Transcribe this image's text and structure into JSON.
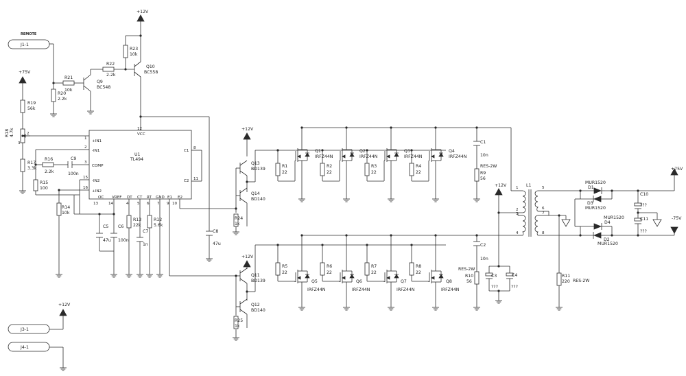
{
  "connectors": {
    "remote_label": "REMOTE",
    "j1": "J1-1",
    "j3": "J3-1",
    "j4": "J4-1"
  },
  "power": {
    "p12v": "+12V",
    "p75v": "+75V",
    "m75v": "-75V"
  },
  "ic": {
    "ref": "U1",
    "value": "TL494",
    "pins_left": [
      {
        "num": "1",
        "name": "+IN1"
      },
      {
        "num": "2",
        "name": "-IN1"
      },
      {
        "num": "3",
        "name": "COMP"
      },
      {
        "num": "15",
        "name": "-IN2"
      },
      {
        "num": "16",
        "name": "+IN2"
      }
    ],
    "pins_right": [
      {
        "num": "8",
        "name": "C1"
      },
      {
        "num": "11",
        "name": "C2"
      }
    ],
    "pin_top": {
      "num": "12",
      "name": "VCC"
    },
    "pins_bottom": [
      {
        "num": "13",
        "name": "OC"
      },
      {
        "num": "14",
        "name": "VREF"
      },
      {
        "num": "4",
        "name": "DT"
      },
      {
        "num": "5",
        "name": "CT"
      },
      {
        "num": "6",
        "name": "RT"
      },
      {
        "num": "7",
        "name": "GND"
      },
      {
        "num": "9",
        "name": "E1"
      },
      {
        "num": "10",
        "name": "E2"
      }
    ]
  },
  "resistors": [
    {
      "ref": "R19",
      "value": "56k"
    },
    {
      "ref": "R18",
      "value": "4.7k"
    },
    {
      "ref": "R17",
      "value": "3.3k"
    },
    {
      "ref": "R15",
      "value": "100"
    },
    {
      "ref": "R14",
      "value": "10k"
    },
    {
      "ref": "R16",
      "value": "2.2k"
    },
    {
      "ref": "R20",
      "value": "2.2k"
    },
    {
      "ref": "R21",
      "value": "10k"
    },
    {
      "ref": "R22",
      "value": "2.2k"
    },
    {
      "ref": "R23",
      "value": "10k"
    },
    {
      "ref": "R13",
      "value": "22k"
    },
    {
      "ref": "R12",
      "value": "5.6k"
    },
    {
      "ref": "R24",
      "value": "1k"
    },
    {
      "ref": "R25",
      "value": "1k"
    },
    {
      "ref": "R1",
      "value": "22"
    },
    {
      "ref": "R2",
      "value": "22"
    },
    {
      "ref": "R3",
      "value": "22"
    },
    {
      "ref": "R4",
      "value": "22"
    },
    {
      "ref": "R5",
      "value": "22"
    },
    {
      "ref": "R6",
      "value": "22"
    },
    {
      "ref": "R7",
      "value": "22"
    },
    {
      "ref": "R8",
      "value": "22"
    },
    {
      "ref": "R9",
      "value": "56"
    },
    {
      "ref": "R10",
      "value": "56"
    },
    {
      "ref": "R11",
      "value": "220"
    }
  ],
  "res_type": "RES-2W",
  "capacitors": [
    {
      "ref": "C9",
      "value": "100n"
    },
    {
      "ref": "C5",
      "value": "47u"
    },
    {
      "ref": "C6",
      "value": "100n"
    },
    {
      "ref": "C7",
      "value": "1n"
    },
    {
      "ref": "C8",
      "value": "47u"
    },
    {
      "ref": "C1",
      "value": "10n"
    },
    {
      "ref": "C2",
      "value": "10n"
    },
    {
      "ref": "C3",
      "value": "???"
    },
    {
      "ref": "C4",
      "value": "???"
    },
    {
      "ref": "C10",
      "value": "???"
    },
    {
      "ref": "C11",
      "value": "???"
    }
  ],
  "transistors": [
    {
      "ref": "Q9",
      "value": "BC548"
    },
    {
      "ref": "Q10",
      "value": "BC558"
    },
    {
      "ref": "Q13",
      "value": "BD139"
    },
    {
      "ref": "Q14",
      "value": "BD140"
    },
    {
      "ref": "Q11",
      "value": "BD139"
    },
    {
      "ref": "Q12",
      "value": "BD140"
    }
  ],
  "mosfets_top": [
    {
      "ref": "Q1",
      "value": "IRFZ44N"
    },
    {
      "ref": "Q2",
      "value": "IRFZ44N"
    },
    {
      "ref": "Q3",
      "value": "IRFZ44N"
    },
    {
      "ref": "Q4",
      "value": "IRFZ44N"
    }
  ],
  "mosfets_bottom": [
    {
      "ref": "Q5",
      "value": "IRFZ44N"
    },
    {
      "ref": "Q6",
      "value": "IRFZ44N"
    },
    {
      "ref": "Q7",
      "value": "IRFZ44N"
    },
    {
      "ref": "Q8",
      "value": "IRFZ44N"
    }
  ],
  "transformer": {
    "ref": "L1",
    "pins": [
      "1",
      "2",
      "3",
      "4",
      "5",
      "6",
      "7",
      "8"
    ]
  },
  "diodes": [
    {
      "ref": "D1",
      "value": "MUR1520"
    },
    {
      "ref": "D3",
      "value": "MUR1520"
    },
    {
      "ref": "D4",
      "value": "MUR1520"
    },
    {
      "ref": "D2",
      "value": "MUR1520"
    }
  ],
  "misc_pins": {
    "pot_wiper": "2",
    "pot_end": "3"
  }
}
